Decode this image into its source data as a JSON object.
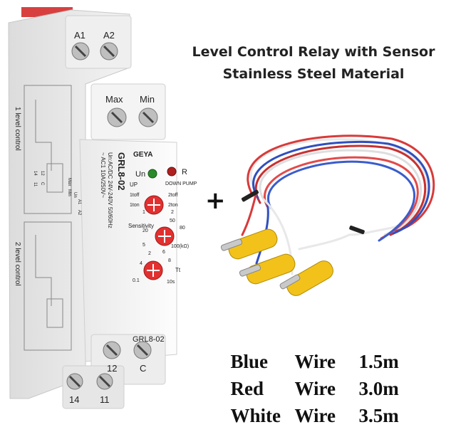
{
  "headline": {
    "line1": "Level Control Relay with Sensor",
    "line2": "Stainless Steel Material"
  },
  "plus_sign": "+",
  "specs": [
    {
      "color": "Blue",
      "kind": "Wire",
      "length": "1.5m"
    },
    {
      "color": "Red",
      "kind": "Wire",
      "length": "3.0m"
    },
    {
      "color": "White",
      "kind": "Wire",
      "length": "3.5m"
    }
  ],
  "relay": {
    "terminals_top": [
      "A1",
      "A2"
    ],
    "terminals_mid": [
      "Max",
      "Min"
    ],
    "terminals_bottom_front": [
      "12",
      "C"
    ],
    "terminals_bottom_back": [
      "14",
      "11"
    ],
    "model": "GRL8-02",
    "model_front": "GRL8-02",
    "brand": "GEYA",
    "rating_line1": "Un:AC/DC 24V-240V 50/60Hz",
    "rating_line2": "~ AC1 10A/250V~",
    "led_left": "Un",
    "led_right": "R",
    "up": "UP",
    "down_pump": "DOWN PUMP",
    "mode_labels": [
      "1toff",
      "1ton",
      "2toff",
      "2ton",
      "1",
      "2"
    ],
    "sensitivity": "Sensitivity",
    "sens_scale": [
      "20",
      "5",
      "50",
      "80",
      "100(kΩ)"
    ],
    "time_scale": [
      "2",
      "4",
      "6",
      "8",
      "0.1",
      "10s",
      "Tt"
    ],
    "side_labels": [
      "1 level control",
      "2 level control"
    ],
    "side_terminal_labels": [
      "A1",
      "A2",
      "Un",
      "Max",
      "Min",
      "14",
      "12",
      "11",
      "C"
    ]
  },
  "colors": {
    "body": "#f0f0f0",
    "knob": "#e23030",
    "led_green": "#2a8a2a",
    "led_red": "#b02020",
    "probe": "#f2c21a",
    "wire_red": "#d83a3a",
    "wire_blue": "#2f4fbf",
    "wire_white": "#f4f4f4"
  }
}
